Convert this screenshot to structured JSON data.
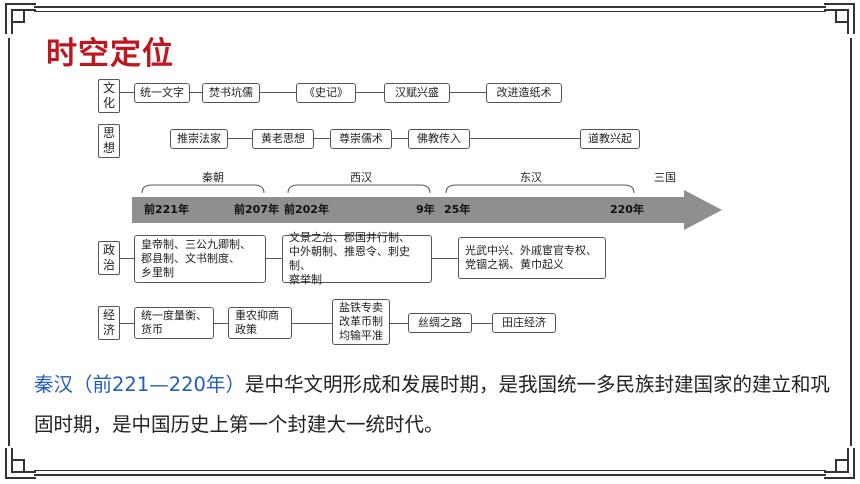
{
  "slide": {
    "title": "时空定位",
    "summary_highlight": "秦汉（前221—220年）",
    "summary_rest": "是中华文明形成和发展时期，是我国统一多民族封建国家的建立和巩固时期，是中国历史上第一个封建大一统时代。"
  },
  "diagram": {
    "rows": {
      "culture": {
        "label_1": "文",
        "label_2": "化",
        "items": [
          "统一文字",
          "焚书坑儒",
          "《史记》",
          "汉赋兴盛",
          "改进造纸术"
        ]
      },
      "thought": {
        "label_1": "思",
        "label_2": "想",
        "items": [
          "推崇法家",
          "黄老思想",
          "尊崇儒术",
          "佛教传入",
          "道教兴起"
        ]
      },
      "politics": {
        "label_1": "政",
        "label_2": "治",
        "items": [
          "皇帝制、三公九卿制、\n郡县制、文书制度、\n乡里制",
          "文景之治、郡国并行制、\n中外朝制、推恩令、刺史制、\n察举制",
          "光武中兴、外戚宦官专权、\n党锢之祸、黄巾起义"
        ]
      },
      "economy": {
        "label_1": "经",
        "label_2": "济",
        "items": [
          "统一度量衡、\n货币",
          "重农抑商\n政策",
          "盐铁专卖\n改革币制\n均输平准",
          "丝绸之路",
          "田庄经济"
        ]
      }
    },
    "periods": [
      "秦朝",
      "西汉",
      "东汉",
      "三国"
    ],
    "years": [
      "前221年",
      "前207年",
      "前202年",
      "9年",
      "25年",
      "220年"
    ]
  }
}
